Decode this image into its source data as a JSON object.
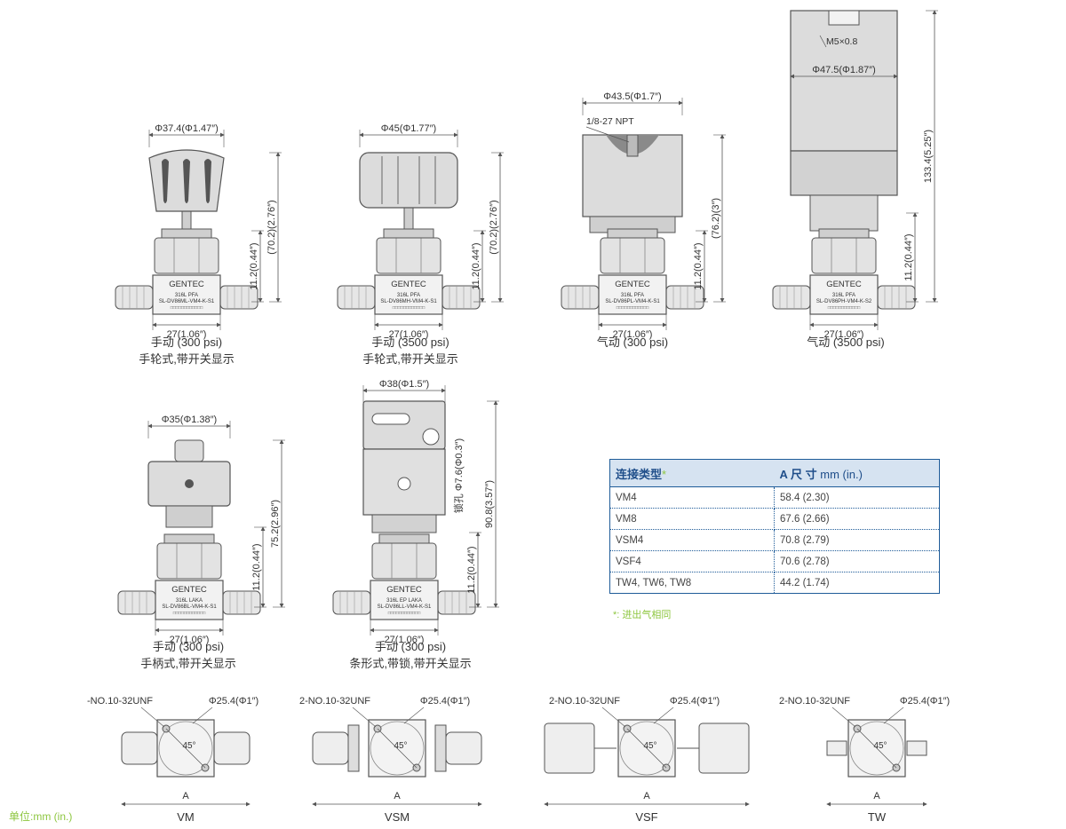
{
  "valves": [
    {
      "dia": "Φ37.4(Φ1.47″)",
      "h1": "11.2(0.44″)",
      "h2": "(70.2)(2.76″)",
      "width": "27(1.06″)",
      "marking": [
        "316L  PFA",
        "SL-DV86ML-VM4-K-S1"
      ],
      "caption1": "手动 (300 psi)",
      "caption2": "手轮式,带开关显示"
    },
    {
      "dia": "Φ45(Φ1.77″)",
      "h1": "11.2(0.44″)",
      "h2": "(70.2)(2.76″)",
      "width": "27(1.06″)",
      "marking": [
        "316L  PFA",
        "SL-DV86MH-VM4-K-S1"
      ],
      "caption1": "手动 (3500 psi)",
      "caption2": "手轮式,带开关显示"
    },
    {
      "dia": "Φ43.5(Φ1.7″)",
      "port": "1/8-27 NPT",
      "h1": "11.2(0.44″)",
      "h2": "(76.2)(3″)",
      "width": "27(1.06″)",
      "marking": [
        "316L  PFA",
        "SL-DV86PL-VM4-K-S1"
      ],
      "caption1": "气动 (300 psi)",
      "caption2": ""
    },
    {
      "dia": "Φ47.5(Φ1.87″)",
      "thread": "M5×0.8",
      "h1": "11.2(0.44″)",
      "h2": "133.4(5.25″)",
      "width": "27(1.06″)",
      "marking": [
        "316L  PFA",
        "SL-DV86PH-VM4-K-S2"
      ],
      "caption1": "气动 (3500 psi)",
      "caption2": ""
    },
    {
      "dia": "Φ35(Φ1.38″)",
      "h1": "11.2(0.44″)",
      "h2": "75.2(2.96″)",
      "width": "27(1.06″)",
      "marking": [
        "316L  LAKA",
        "SL-DV86BL-VM4-K-S1"
      ],
      "caption1": "手动 (300 psi)",
      "caption2": "手柄式,带开关显示"
    },
    {
      "dia": "Φ38(Φ1.5″)",
      "lockhole": "锁孔 Φ7.6(Φ0.3″)",
      "h1": "11.2(0.44″)",
      "h2": "90.8(3.57″)",
      "width": "27(1.06″)",
      "marking": [
        "316L  EP  LAKA",
        "SL-DV86LL-VM4-K-S1"
      ],
      "caption1": "手动 (300 psi)",
      "caption2": "条形式,带锁,带开关显示"
    }
  ],
  "brand": "GENTEC",
  "table": {
    "header_type": "连接类型",
    "header_star": "*",
    "header_dim": "A 尺 寸",
    "header_unit": "mm (in.)",
    "rows": [
      {
        "type": "VM4",
        "dim": "58.4 (2.30)"
      },
      {
        "type": "VM8",
        "dim": "67.6 (2.66)"
      },
      {
        "type": "VSM4",
        "dim": "70.8 (2.79)"
      },
      {
        "type": "VSF4",
        "dim": "70.6 (2.78)"
      },
      {
        "type": "TW4, TW6, TW8",
        "dim": "44.2 (1.74)"
      }
    ],
    "note": "*: 进出气相同"
  },
  "bottom_views": [
    {
      "thread": "-NO.10-32UNF",
      "dia": "Φ25.4(Φ1″)",
      "angle": "45°",
      "dim": "A",
      "label": "VM"
    },
    {
      "thread": "2-NO.10-32UNF",
      "dia": "Φ25.4(Φ1″)",
      "angle": "45°",
      "dim": "A",
      "label": "VSM"
    },
    {
      "thread": "2-NO.10-32UNF",
      "dia": "Φ25.4(Φ1″)",
      "angle": "45°",
      "dim": "A",
      "label": "VSF"
    },
    {
      "thread": "2-NO.10-32UNF",
      "dia": "Φ25.4(Φ1″)",
      "angle": "45°",
      "dim": "A",
      "label": "TW"
    }
  ],
  "unit_label": "单位:mm (in.)",
  "colors": {
    "line": "#555555",
    "fill": "#d9d9d9",
    "dark": "#8a8a8a",
    "accent": "#8dc63f",
    "table_border": "#1f5c99",
    "table_head": "#d6e3f1"
  }
}
